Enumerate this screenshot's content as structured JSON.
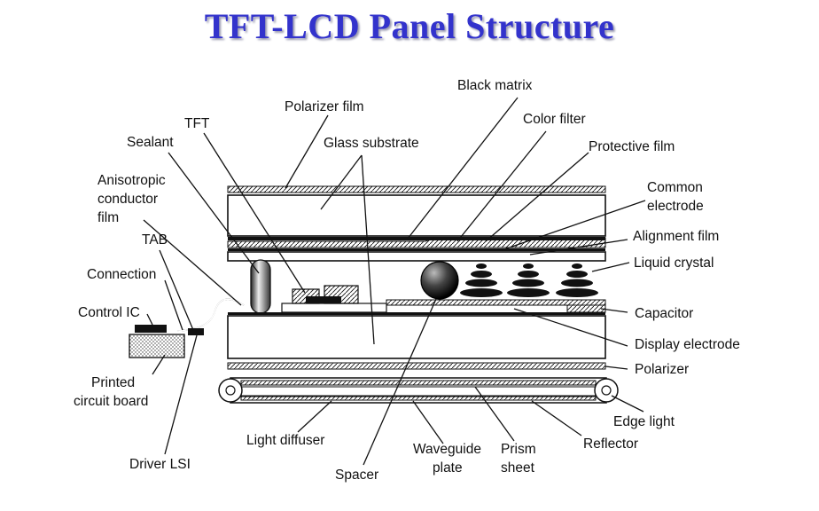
{
  "title": "TFT-LCD Panel Structure",
  "labels": {
    "black_matrix": "Black matrix",
    "polarizer_film": "Polarizer film",
    "tft": "TFT",
    "color_filter": "Color filter",
    "sealant": "Sealant",
    "glass_substrate": "Glass substrate",
    "protective_film": "Protective film",
    "anisotropic_1": "Anisotropic",
    "anisotropic_2": "conductor",
    "anisotropic_3": "film",
    "common_1": "Common",
    "common_2": "electrode",
    "tab": "TAB",
    "alignment_film": "Alignment film",
    "liquid_crystal": "Liquid crystal",
    "connection": "Connection",
    "control_ic": "Control IC",
    "capacitor": "Capacitor",
    "display_electrode": "Display electrode",
    "polarizer": "Polarizer",
    "pcb_1": "Printed",
    "pcb_2": "circuit board",
    "edge_light": "Edge light",
    "light_diffuser": "Light diffuser",
    "reflector": "Reflector",
    "waveguide_1": "Waveguide",
    "waveguide_2": "plate",
    "prism_1": "Prism",
    "prism_2": "sheet",
    "driver_lsi": "Driver LSI",
    "spacer": "Spacer"
  }
}
